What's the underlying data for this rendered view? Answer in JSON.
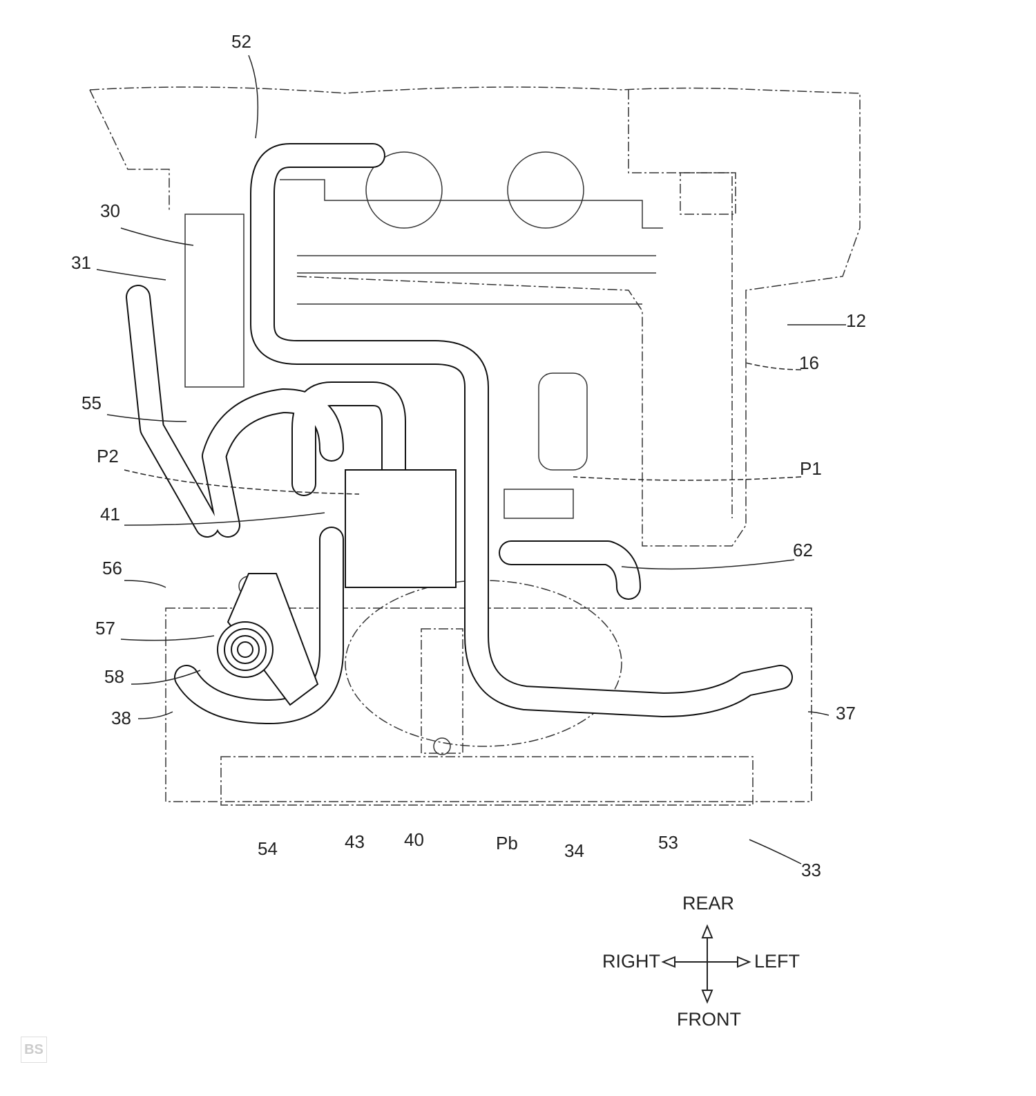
{
  "figure": {
    "reference_labels": {
      "l52": "52",
      "l30": "30",
      "l31": "31",
      "l12": "12",
      "l16": "16",
      "l55": "55",
      "lP2": "P2",
      "lP1": "P1",
      "l41": "41",
      "l62": "62",
      "l56": "56",
      "l57": "57",
      "l58": "58",
      "l38": "38",
      "l37": "37",
      "l54": "54",
      "l43": "43",
      "l40": "40",
      "lPb": "Pb",
      "l34": "34",
      "l53": "53",
      "l33": "33"
    },
    "compass": {
      "rear": "REAR",
      "front": "FRONT",
      "right": "RIGHT",
      "left": "LEFT"
    },
    "watermark": "BS"
  }
}
